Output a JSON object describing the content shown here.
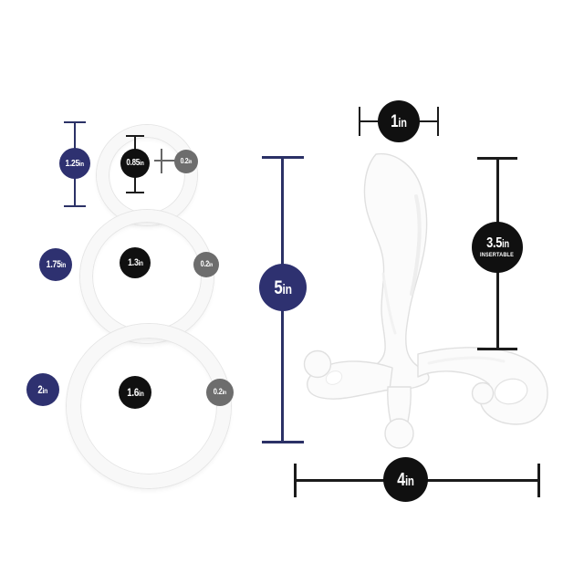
{
  "colors": {
    "navy_badge": "#2e3170",
    "black_badge": "#101010",
    "gray_badge": "#6d6d6d",
    "navy_line": "#2b3166",
    "black_line": "#1b1b1b",
    "ring_body": "#f8f8f8",
    "ring_edge": "#e6e6e6",
    "device_body": "#fbfbfb",
    "device_edge": "#e0e0e0",
    "background": "#ffffff"
  },
  "rings": [
    {
      "size_name": "small-ring",
      "outer_label": "1.25in",
      "inner_label": "0.85in",
      "thickness_label": "0.2in"
    },
    {
      "size_name": "medium-ring",
      "outer_label": "1.75in",
      "inner_label": "1.3in",
      "thickness_label": "0.2in"
    },
    {
      "size_name": "large-ring",
      "outer_label": "2in",
      "inner_label": "1.6in",
      "thickness_label": "0.2in"
    }
  ],
  "massager": {
    "head_width_label": "1in",
    "total_length_label": "5in",
    "insertable_length_label": "3.5in",
    "insertable_note": "INSERTABLE",
    "base_width_label": "4in"
  }
}
